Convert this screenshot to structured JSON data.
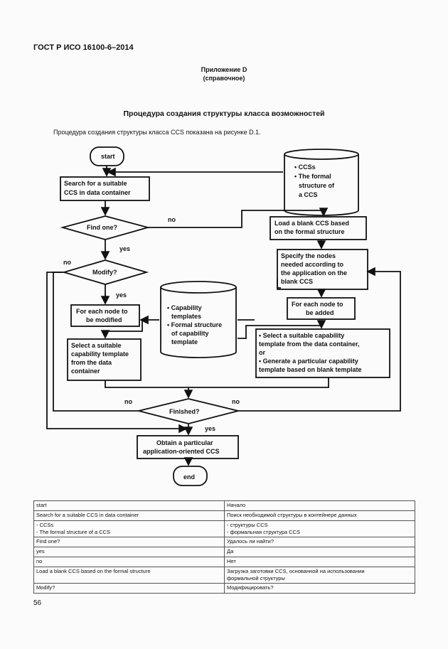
{
  "header": {
    "standard": "ГОСТ Р ИСО 16100-6–2014"
  },
  "appendix": {
    "title": "Приложение D",
    "subtitle": "(справочное)"
  },
  "section": {
    "title": "Процедура создания структуры класса возможностей",
    "intro": "Процедура создания структуры класса CCS показана на рисунке D.1."
  },
  "flowchart": {
    "start": "start",
    "search": [
      "Search for a suitable",
      "CCS in data container"
    ],
    "ccs_db": [
      "• CCSs",
      "• The formal",
      "  structure of",
      "  a CCS"
    ],
    "find_one": "Find one?",
    "no_find": "no",
    "load_blank": [
      "Load a blank CCS based",
      "on the formal structure"
    ],
    "yes_find": "yes",
    "specify": [
      "Specify the nodes",
      "needed according to",
      "the application on the",
      "blank CCS"
    ],
    "no_modify": "no",
    "modify": "Modify?",
    "yes_modify": "yes",
    "cap_db": [
      "• Capability",
      "  templates",
      "• Formal structure",
      "  of capability",
      "  template"
    ],
    "each_modified": [
      "For each node to",
      "be modified"
    ],
    "each_added": [
      "For each node to",
      "be added"
    ],
    "select_cap": [
      "• Select a suitable capability",
      "  template from the data container,",
      "  or",
      "• Generate a particular capability",
      "  template based on blank template"
    ],
    "select_template": [
      "Select a suitable",
      "capability template",
      "from the data",
      "container"
    ],
    "no_finished_left": "no",
    "no_finished_right": "no",
    "finished": "Finished?",
    "yes_finished": "yes",
    "obtain": [
      "Obtain a particular",
      "application-oriented CCS"
    ],
    "end": "end"
  },
  "translation_table": {
    "rows": [
      [
        "start",
        "Начало"
      ],
      [
        "Search for a suitable CCS in data container",
        "Поиск необходимой структуры в контейнере данных"
      ],
      [
        "- CCSs\n- The formal structure of a CCS",
        "- структуры CCS\n- формальная структура CCS"
      ],
      [
        "Find one?",
        "Удалось ли найти?"
      ],
      [
        "yes",
        "Да"
      ],
      [
        "no",
        "Нет"
      ],
      [
        "Load a blank CCS based on the formal structure",
        "Загрузка заготовки CCS, основанной на использовании\nформальной структуры"
      ],
      [
        "Modify?",
        "Модифицировать?"
      ]
    ]
  },
  "footer": {
    "page_number": "56"
  }
}
